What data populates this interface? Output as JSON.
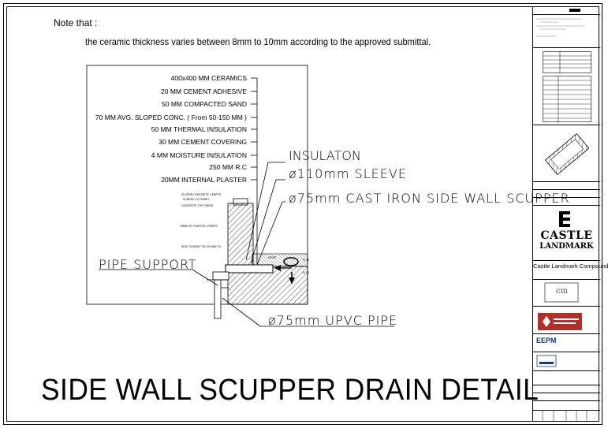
{
  "note": {
    "title": "Note that :",
    "text": "the ceramic thickness varies between 8mm to 10mm according to the approved submittal."
  },
  "layers": [
    "400x400 MM CERAMICS",
    "20 MM CEMENT ADHESIVE",
    "50 MM COMPACTED SAND",
    "70 MM AVG. SLOPED CONC. ( From 50-150 MM )",
    "50 MM THERMAL INSULATION",
    "30 MM CEMENT COVERING",
    "4 MM MOISTURE INSULATION",
    "250 MM R.C",
    "20MM INTERNAL PLASTER"
  ],
  "callouts": {
    "insulation": "INSULATON",
    "sleeve": "ø110mm SLEEVE",
    "cast_iron": "ø75mm CAST IRON SIDE WALL SCUPPER",
    "pipe_support": "PIPE SUPPORT",
    "upvc": "ø75mm UPVC PIPE"
  },
  "detail_title": "SIDE WALL SCUPPER DRAIN DETAIL",
  "title_block": {
    "client_logo_line1": "CASTLE",
    "client_logo_line2": "LANDMARK",
    "project_name": "Castle Landmark Compound",
    "consultant_name": "EEPM",
    "consultant_sub": "EEPM"
  }
}
